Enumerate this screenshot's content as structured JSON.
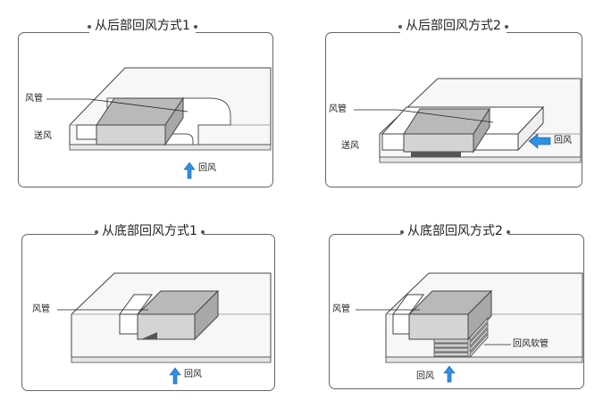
{
  "panels": [
    {
      "title": "从后部回风方式1",
      "duct_label": "风管",
      "supply_label": "送风",
      "return_label": "回风"
    },
    {
      "title": "从后部回风方式2",
      "duct_label": "风管",
      "supply_label": "送风",
      "return_label": "回风"
    },
    {
      "title": "从底部回风方式1",
      "duct_label": "风管",
      "return_label": "回风"
    },
    {
      "title": "从底部回风方式2",
      "duct_label": "风管",
      "hose_label": "回风软管",
      "return_label": "回风"
    }
  ],
  "colors": {
    "box_top": "#b9b9b9",
    "box_front": "#d4d4d4",
    "arrow_fill": "#2f8fe0",
    "frame": "#666666"
  }
}
